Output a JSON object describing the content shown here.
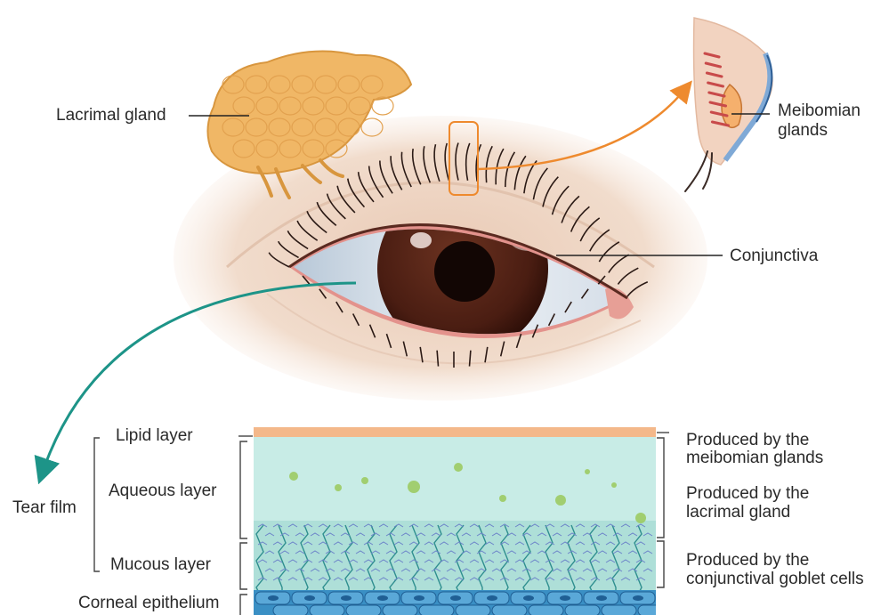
{
  "labels": {
    "lacrimal_gland": "Lacrimal gland",
    "meibomian_glands_line1": "Meibomian",
    "meibomian_glands_line2": "glands",
    "conjunctiva": "Conjunctiva",
    "tear_film": "Tear film",
    "lipid_layer": "Lipid layer",
    "aqueous_layer": "Aqueous layer",
    "mucous_layer": "Mucous layer",
    "corneal_epithelium": "Corneal epithelium"
  },
  "sources": {
    "lipid_line1": "Produced by the",
    "lipid_line2": "meibomian glands",
    "aqueous_line1": "Produced by the",
    "aqueous_line2": "lacrimal gland",
    "mucous_line1": "Produced by the",
    "mucous_line2": "conjunctival goblet cells"
  },
  "colors": {
    "lipid": "#f4b88a",
    "aqueous": "#c8ece6",
    "mucous_fibers": "#2f8f8f",
    "epithelium": "#3a8fc4",
    "gland": "#f0b766",
    "iris": "#4a1d12",
    "arrow_orange": "#ee8a2e",
    "arrow_teal": "#1d9488"
  }
}
